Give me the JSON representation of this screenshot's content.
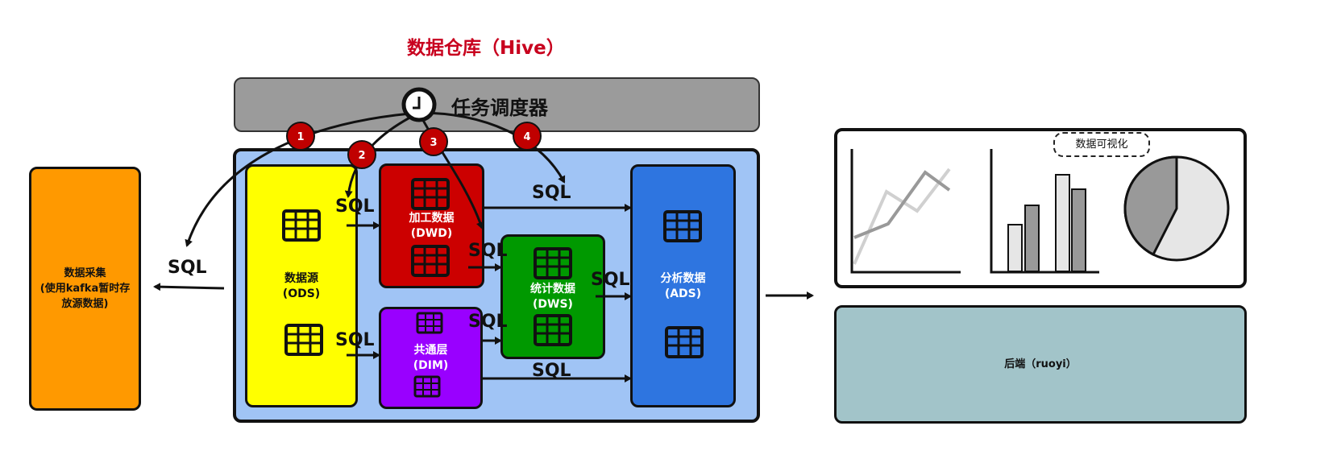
{
  "title": "数据仓库（Hive）",
  "scheduler": {
    "label": "任务调度器"
  },
  "steps": [
    "1",
    "2",
    "3",
    "4"
  ],
  "sql_label": "SQL",
  "source": {
    "line1": "数据采集",
    "line2": "(使用kafka暂时存",
    "line3": "放源数据)"
  },
  "ods": {
    "name": "数据源",
    "code": "(ODS)"
  },
  "dwd": {
    "name": "加工数据",
    "code": "(DWD)"
  },
  "dim": {
    "name": "共通层",
    "code": "(DIM)"
  },
  "dws": {
    "name": "统计数据",
    "code": "(DWS)"
  },
  "ads": {
    "name": "分析数据",
    "code": "(ADS)"
  },
  "visualization": {
    "label": "数据可视化"
  },
  "backend": {
    "label": "后端（ruoyi）"
  },
  "colors": {
    "title": "#c8001e",
    "scheduler_bar": "#9b9b9b",
    "warehouse_bg": "#a0c4f5",
    "ods": "#ffff00",
    "dwd": "#cc0000",
    "dim": "#9900ff",
    "dws": "#009900",
    "ads": "#2e75e0",
    "source": "#ff9900",
    "backend": "#a2c4c9",
    "step_badge": "#c00000"
  },
  "icons": [
    "clock-icon",
    "table-icon"
  ]
}
